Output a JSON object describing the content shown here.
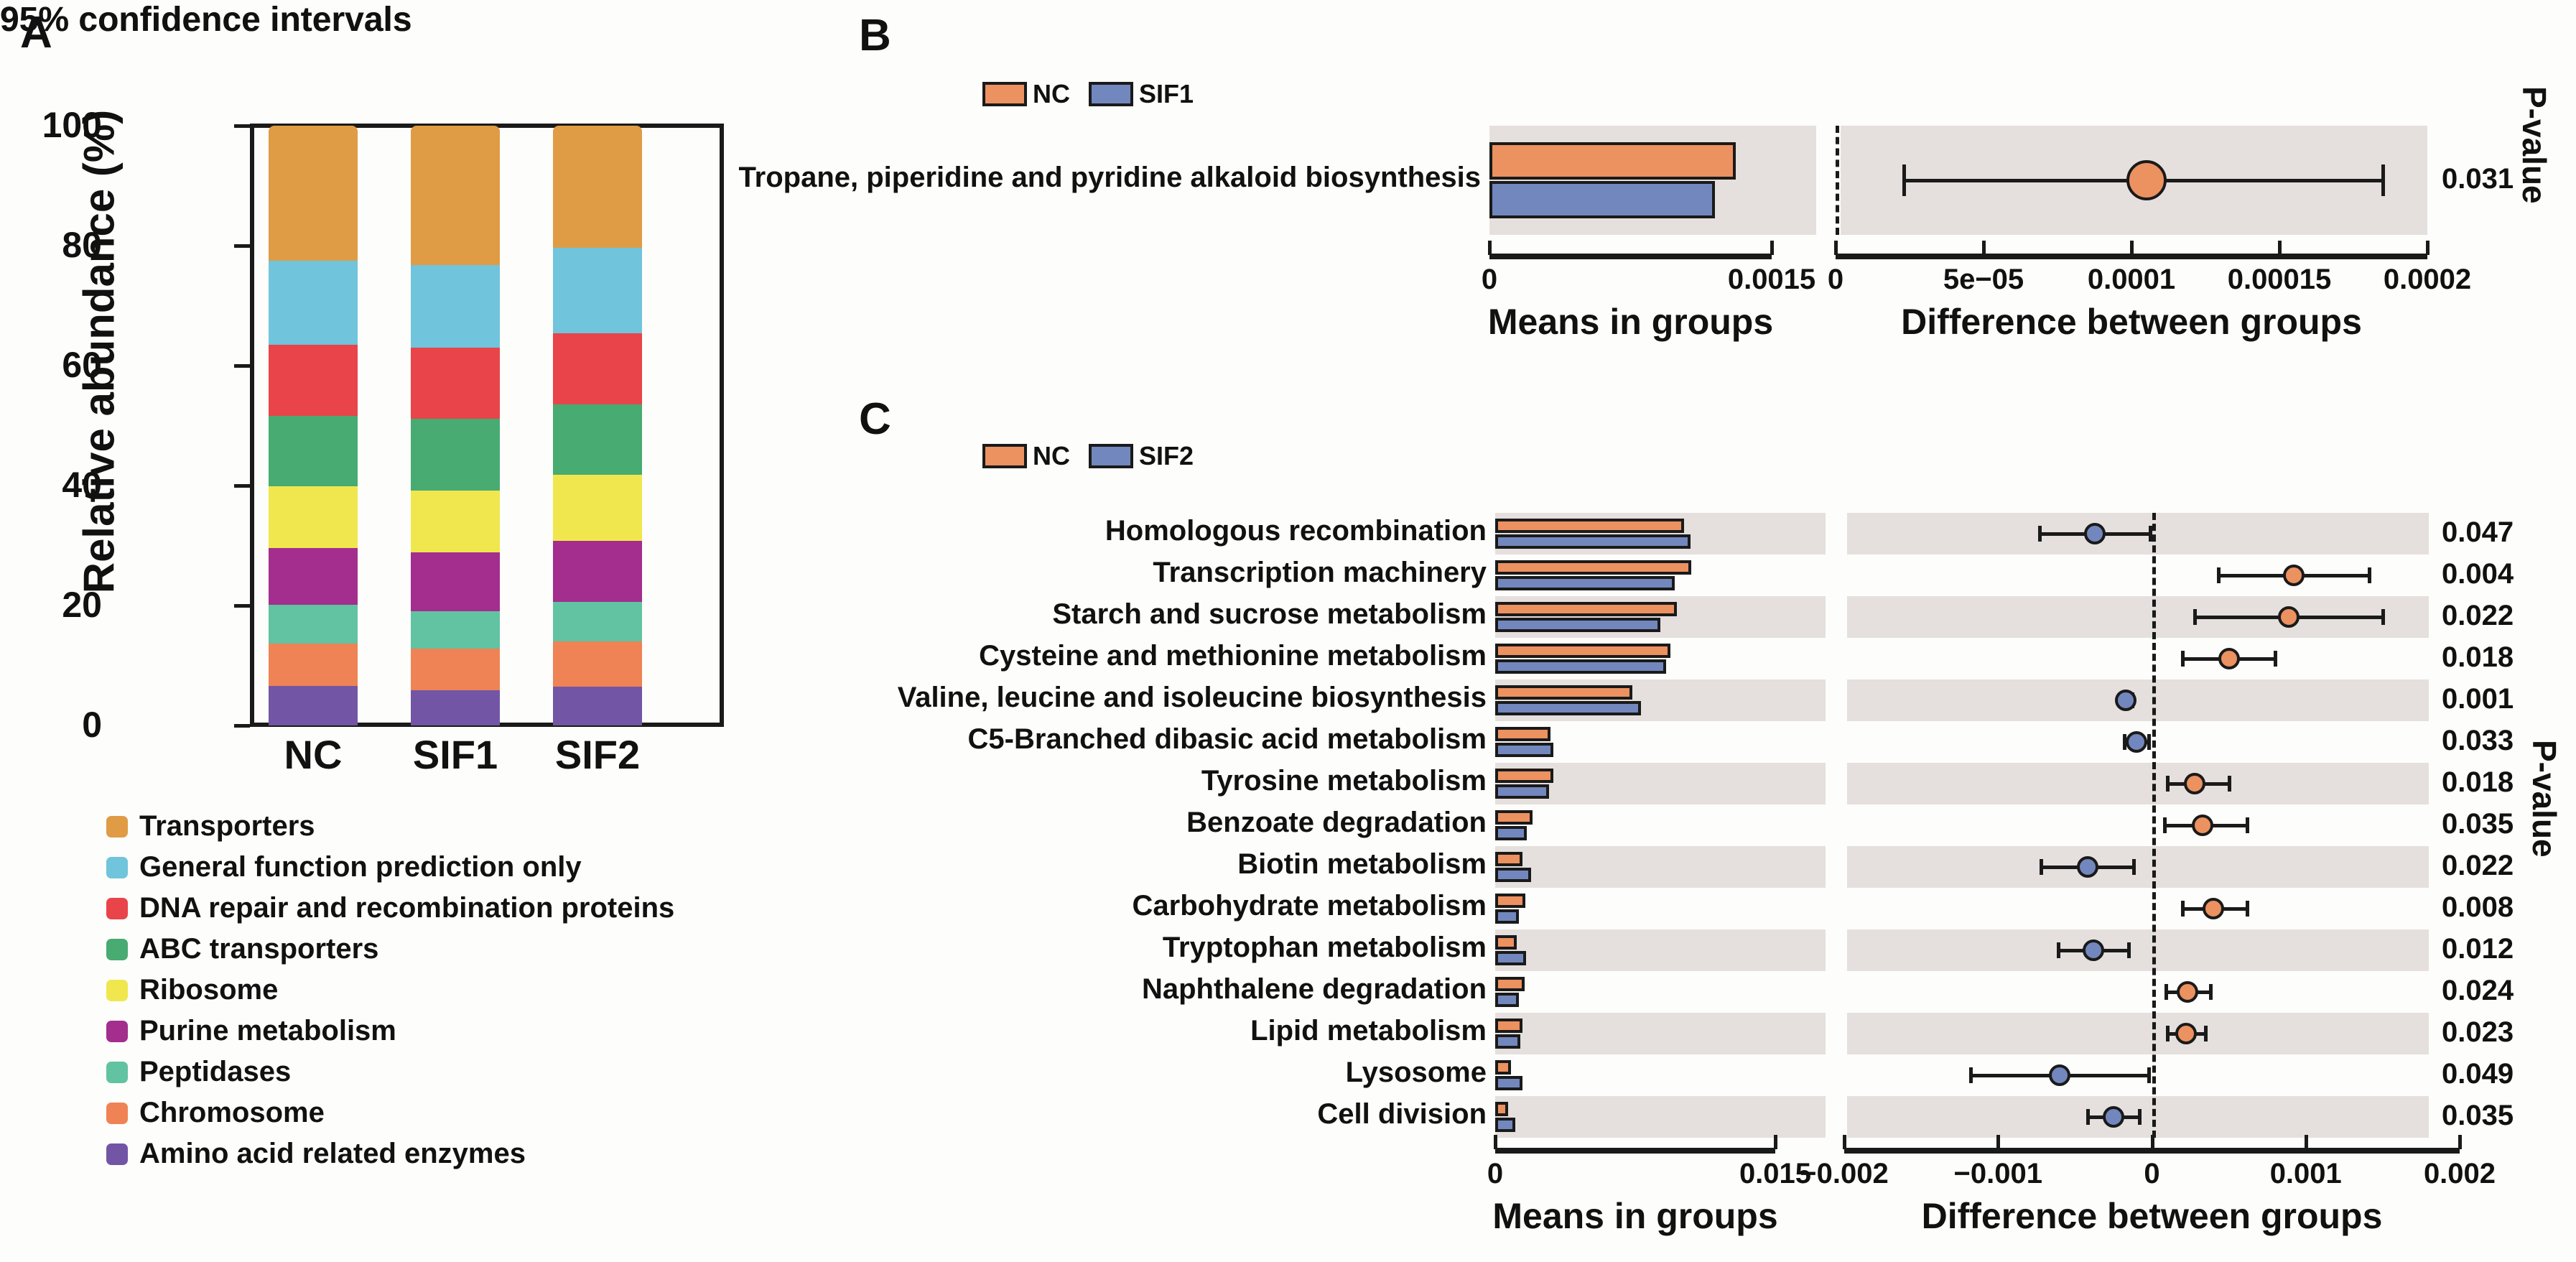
{
  "panels": {
    "a_letter": "A",
    "b_letter": "B",
    "c_letter": "C"
  },
  "panelA": {
    "ylabel": "Relative abundance (%)",
    "yticks": [
      "100",
      "80",
      "60",
      "40",
      "20",
      "0"
    ],
    "groups": [
      "NC",
      "SIF1",
      "SIF2"
    ],
    "legend": [
      {
        "label": "Transporters",
        "color": "#e09b45"
      },
      {
        "label": "General function prediction only",
        "color": "#70c4dc"
      },
      {
        "label": "DNA repair and recombination proteins",
        "color": "#e8444a"
      },
      {
        "label": "ABC transporters",
        "color": "#47ab72"
      },
      {
        "label": "Ribosome",
        "color": "#f0e74e"
      },
      {
        "label": "Purine metabolism",
        "color": "#a32e8e"
      },
      {
        "label": "Peptidases",
        "color": "#61c3a1"
      },
      {
        "label": "Chromosome",
        "color": "#ef8355"
      },
      {
        "label": "Amino acid related enzymes",
        "color": "#7256a5"
      }
    ]
  },
  "chart_data": [
    {
      "type": "bar",
      "panel": "A",
      "title": "",
      "xlabel": "",
      "ylabel": "Relative abundance (%)",
      "ylim": [
        0,
        100
      ],
      "stacked": true,
      "categories": [
        "NC",
        "SIF1",
        "SIF2"
      ],
      "series": [
        {
          "name": "Transporters",
          "color": "#e09b45",
          "values": [
            22.5,
            23.2,
            20.4
          ]
        },
        {
          "name": "General function prediction only",
          "color": "#70c4dc",
          "values": [
            14.0,
            13.8,
            14.2
          ]
        },
        {
          "name": "DNA repair and recombination proteins",
          "color": "#e8444a",
          "values": [
            11.9,
            11.9,
            11.9
          ]
        },
        {
          "name": "ABC transporters",
          "color": "#47ab72",
          "values": [
            11.7,
            11.9,
            11.7
          ]
        },
        {
          "name": "Ribosome",
          "color": "#f0e74e",
          "values": [
            10.3,
            10.4,
            11.0
          ]
        },
        {
          "name": "Purine metabolism",
          "color": "#a32e8e",
          "values": [
            9.5,
            9.8,
            10.2
          ]
        },
        {
          "name": "Peptidases",
          "color": "#61c3a1",
          "values": [
            6.5,
            6.2,
            6.6
          ]
        },
        {
          "name": "Chromosome",
          "color": "#ef8355",
          "values": [
            7.0,
            6.9,
            7.5
          ]
        },
        {
          "name": "Amino acid related enzymes",
          "color": "#7256a5",
          "values": [
            6.6,
            5.9,
            6.5
          ]
        }
      ]
    },
    {
      "type": "bar",
      "panel": "B",
      "title": "95% confidence intervals",
      "legend": [
        {
          "label": "NC",
          "color": "#ec9160"
        },
        {
          "label": "SIF1",
          "color": "#7287bd"
        }
      ],
      "means_xlabel": "Means in groups",
      "means_xticks": [
        "0",
        "0.0015"
      ],
      "means_xlim": [
        0,
        0.0015
      ],
      "diff_xlabel": "Difference between groups",
      "diff_xticks": [
        "0",
        "5e−05",
        "0.0001",
        "0.00015",
        "0.0002"
      ],
      "diff_xlim": [
        0,
        0.0002
      ],
      "pvalue_title": "P-value",
      "rows": [
        {
          "label": "Tropane, piperidine and pyridine alkaloid biosynthesis",
          "mean_nc": 0.00131,
          "mean_sif": 0.0012,
          "diff": 0.000105,
          "ci_low": 2.3e-05,
          "ci_high": 0.000185,
          "higher_in": "NC",
          "pvalue": "0.031"
        }
      ]
    },
    {
      "type": "bar",
      "panel": "C",
      "title": "95% confidence intervals",
      "legend": [
        {
          "label": "NC",
          "color": "#ec9160"
        },
        {
          "label": "SIF2",
          "color": "#7287bd"
        }
      ],
      "means_xlabel": "Means in groups",
      "means_xticks": [
        "0",
        "0.015"
      ],
      "means_xlim": [
        0,
        0.015
      ],
      "diff_xlabel": "Difference between groups",
      "diff_xticks": [
        "−0.002",
        "−0.001",
        "0",
        "0.001",
        "0.002"
      ],
      "diff_xlim": [
        -0.002,
        0.002
      ],
      "pvalue_title": "P-value",
      "rows": [
        {
          "label": "Homologous recombination",
          "mean_nc": 0.0101,
          "mean_sif": 0.01045,
          "diff": -0.00037,
          "ci_low": -0.00073,
          "ci_high": -1e-05,
          "higher_in": "SIF2",
          "pvalue": "0.047"
        },
        {
          "label": "Transcription machinery",
          "mean_nc": 0.0105,
          "mean_sif": 0.00963,
          "diff": 0.00092,
          "ci_low": 0.00043,
          "ci_high": 0.00141,
          "higher_in": "NC",
          "pvalue": "0.004"
        },
        {
          "label": "Starch and sucrose metabolism",
          "mean_nc": 0.00973,
          "mean_sif": 0.00884,
          "diff": 0.00089,
          "ci_low": 0.00028,
          "ci_high": 0.0015,
          "higher_in": "NC",
          "pvalue": "0.022"
        },
        {
          "label": "Cysteine and methionine metabolism",
          "mean_nc": 0.0094,
          "mean_sif": 0.00916,
          "diff": 0.0005,
          "ci_low": 0.0002,
          "ci_high": 0.0008,
          "higher_in": "NC",
          "pvalue": "0.018"
        },
        {
          "label": "Valine, leucine and isoleucine biosynthesis",
          "mean_nc": 0.00735,
          "mean_sif": 0.00782,
          "diff": -0.00017,
          "ci_low": -0.00021,
          "ci_high": -0.00013,
          "higher_in": "SIF2",
          "pvalue": "0.001"
        },
        {
          "label": "C5-Branched dibasic acid metabolism",
          "mean_nc": 0.00296,
          "mean_sif": 0.00312,
          "diff": -0.0001,
          "ci_low": -0.00018,
          "ci_high": -2e-05,
          "higher_in": "SIF2",
          "pvalue": "0.033"
        },
        {
          "label": "Tyrosine metabolism",
          "mean_nc": 0.0031,
          "mean_sif": 0.00288,
          "diff": 0.00028,
          "ci_low": 0.0001,
          "ci_high": 0.0005,
          "higher_in": "NC",
          "pvalue": "0.018"
        },
        {
          "label": "Benzoate degradation",
          "mean_nc": 0.002,
          "mean_sif": 0.0017,
          "diff": 0.00033,
          "ci_low": 8e-05,
          "ci_high": 0.00062,
          "higher_in": "NC",
          "pvalue": "0.035"
        },
        {
          "label": "Biotin metabolism",
          "mean_nc": 0.00146,
          "mean_sif": 0.00192,
          "diff": -0.00042,
          "ci_low": -0.00072,
          "ci_high": -0.00012,
          "higher_in": "SIF2",
          "pvalue": "0.022"
        },
        {
          "label": "Carbohydrate metabolism",
          "mean_nc": 0.00163,
          "mean_sif": 0.00126,
          "diff": 0.0004,
          "ci_low": 0.0002,
          "ci_high": 0.00062,
          "higher_in": "NC",
          "pvalue": "0.008"
        },
        {
          "label": "Tryptophan metabolism",
          "mean_nc": 0.00117,
          "mean_sif": 0.00166,
          "diff": -0.00038,
          "ci_low": -0.00061,
          "ci_high": -0.00015,
          "higher_in": "SIF2",
          "pvalue": "0.012"
        },
        {
          "label": "Naphthalene degradation",
          "mean_nc": 0.00158,
          "mean_sif": 0.00126,
          "diff": 0.00023,
          "ci_low": 9e-05,
          "ci_high": 0.00038,
          "higher_in": "NC",
          "pvalue": "0.024"
        },
        {
          "label": "Lipid metabolism",
          "mean_nc": 0.00146,
          "mean_sif": 0.00133,
          "diff": 0.00022,
          "ci_low": 0.0001,
          "ci_high": 0.00035,
          "higher_in": "NC",
          "pvalue": "0.023"
        },
        {
          "label": "Lysosome",
          "mean_nc": 0.00085,
          "mean_sif": 0.00148,
          "diff": -0.0006,
          "ci_low": -0.00118,
          "ci_high": -2e-05,
          "higher_in": "SIF2",
          "pvalue": "0.049"
        },
        {
          "label": "Cell division",
          "mean_nc": 0.0007,
          "mean_sif": 0.00108,
          "diff": -0.00025,
          "ci_low": -0.00042,
          "ci_high": -8e-05,
          "higher_in": "SIF2",
          "pvalue": "0.035"
        }
      ]
    }
  ]
}
